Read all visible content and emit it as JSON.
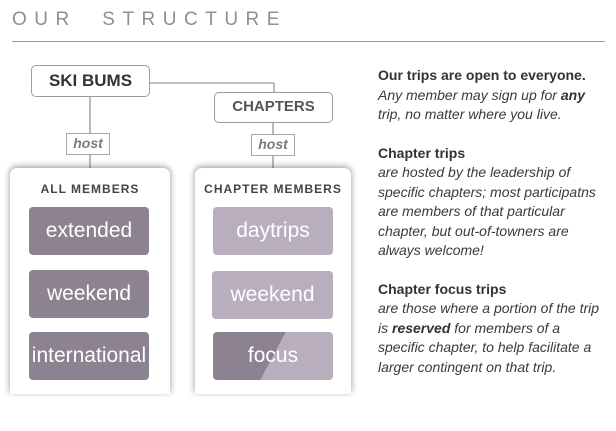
{
  "title": "OUR  STRUCTURE",
  "nodes": {
    "ski_bums": "SKI BUMS",
    "chapters": "CHAPTERS",
    "host_left": "host",
    "host_right": "host"
  },
  "panels": {
    "all_members": {
      "header": "ALL MEMBERS",
      "items": [
        "extended",
        "weekend",
        "international"
      ]
    },
    "chapter_members": {
      "header": "CHAPTER MEMBERS",
      "items": [
        "daytrips",
        "weekend",
        "focus"
      ]
    }
  },
  "descriptions": {
    "open": {
      "heading": "Our trips are open to everyone.",
      "body_1": "Any member may sign up for ",
      "body_emph": "any",
      "body_2": " trip, no matter where you live."
    },
    "chapter_trips": {
      "heading": "Chapter trips",
      "body": "are hosted by the leadership of specific chapters; most participatns are members of that particular chapter, but out-of-towners are always welcome!"
    },
    "focus_trips": {
      "heading": "Chapter focus trips",
      "body_1": "are those where a portion of the trip is ",
      "body_emph": "reserved",
      "body_2": " for members of a specific chapter, to help facilitate a larger contingent on that trip."
    }
  },
  "colors": {
    "pill_dark": "#8c8290",
    "pill_light": "#b8aebd",
    "connector": "#a9a9a9"
  }
}
